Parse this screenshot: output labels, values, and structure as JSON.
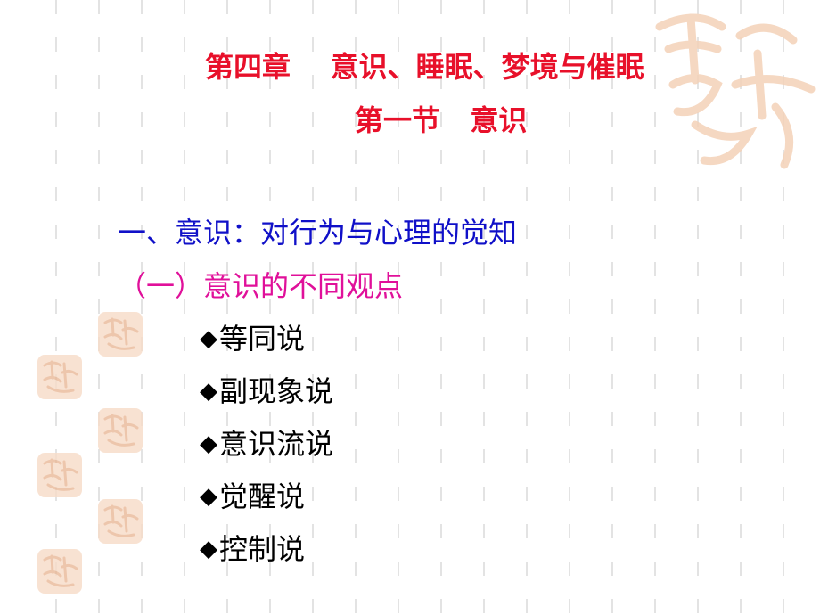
{
  "slide": {
    "title": "第四章    意识、睡眠、梦境与催眠",
    "subtitle": "第一节   意识",
    "heading1": "一、意识：对行为与心理的觉知",
    "heading2": "（一）意识的不同观点",
    "bullet_symbol": "◆",
    "items": [
      {
        "label": "等同说"
      },
      {
        "label": "副现象说"
      },
      {
        "label": "意识流说"
      },
      {
        "label": "觉醒说"
      },
      {
        "label": "控制说"
      }
    ]
  },
  "colors": {
    "title": "#e8102a",
    "heading1": "#1010c8",
    "heading2": "#e0109a",
    "seal": "#f7dcc8"
  },
  "decorations": {
    "seal_icon": "auspicious-seal-icon",
    "watermark_icon": "calligraphy-watermark-icon"
  }
}
